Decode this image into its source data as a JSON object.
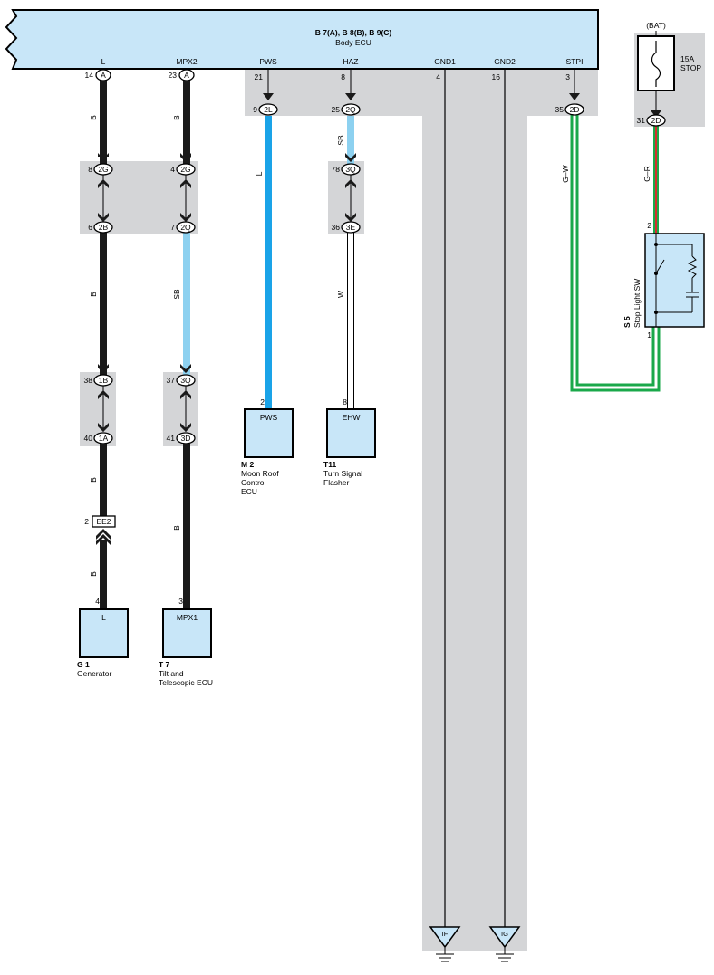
{
  "ecu": {
    "title": "B 7(A), B 8(B), B 9(C)",
    "name": "Body ECU",
    "terminals": [
      "L",
      "MPX2",
      "PWS",
      "HAZ",
      "GND1",
      "GND2",
      "STPI"
    ],
    "pins": [
      "14",
      "23",
      "21",
      "8",
      "4",
      "16",
      "3"
    ]
  },
  "connectors": {
    "c_14A": {
      "pin": "14",
      "code": "A"
    },
    "c_23A": {
      "pin": "23",
      "code": "A"
    },
    "c_9_2L": {
      "pin": "9",
      "code": "2L"
    },
    "c_25_2Q": {
      "pin": "25",
      "code": "2Q"
    },
    "c_35_2D": {
      "pin": "35",
      "code": "2D"
    },
    "c_8_2G": {
      "pin": "8",
      "code": "2G"
    },
    "c_4_2G": {
      "pin": "4",
      "code": "2G"
    },
    "c_78_3Q": {
      "pin": "78",
      "code": "3Q"
    },
    "c_6_2B": {
      "pin": "6",
      "code": "2B"
    },
    "c_7_2Q": {
      "pin": "7",
      "code": "2Q"
    },
    "c_36_3E": {
      "pin": "36",
      "code": "3E"
    },
    "c_38_1B": {
      "pin": "38",
      "code": "1B"
    },
    "c_37_3Q": {
      "pin": "37",
      "code": "3Q"
    },
    "c_40_1A": {
      "pin": "40",
      "code": "1A"
    },
    "c_41_3D": {
      "pin": "41",
      "code": "3D"
    },
    "c_31_2D": {
      "pin": "31",
      "code": "2D"
    },
    "ee2": {
      "pin": "2",
      "code": "EE2"
    }
  },
  "wires": {
    "l_1": "B",
    "l_2": "B",
    "l_3": "B",
    "l_4": "B",
    "l_5": "B",
    "m_1": "B",
    "m_2": "SB",
    "m_3": "B",
    "pws": "L",
    "haz_1": "SB",
    "haz_2": "W",
    "stpi": "G–W",
    "stop": "G–R"
  },
  "components": {
    "g1": {
      "terminal": "L",
      "pin": "4",
      "id": "G 1",
      "name": [
        "Generator"
      ]
    },
    "t7": {
      "terminal": "MPX1",
      "pin": "3",
      "id": "T 7",
      "name": [
        "Tilt and",
        "Telescopic ECU"
      ]
    },
    "m2": {
      "terminal": "PWS",
      "pin": "2",
      "id": "M 2",
      "name": [
        "Moon Roof",
        "Control",
        "ECU"
      ]
    },
    "t11": {
      "terminal": "EHW",
      "pin": "8",
      "id": "T11",
      "name": [
        "Turn Signal",
        "Flasher"
      ]
    },
    "s5": {
      "id": "S 5",
      "name": "Stop Light SW",
      "pin_top": "2",
      "pin_bottom": "1"
    }
  },
  "fuse": {
    "source": "(BAT)",
    "rating": "15A",
    "name": "STOP"
  },
  "grounds": [
    "IF",
    "IG"
  ],
  "colors": {
    "shade": "#d4d5d7",
    "box_fill": "#c8e6f8",
    "wire_black": "#1a1a1a",
    "wire_sb": "#8dd1f0",
    "wire_l": "#1aa3e8",
    "wire_green": "#1aa84a",
    "wire_red": "#d32f2f"
  }
}
